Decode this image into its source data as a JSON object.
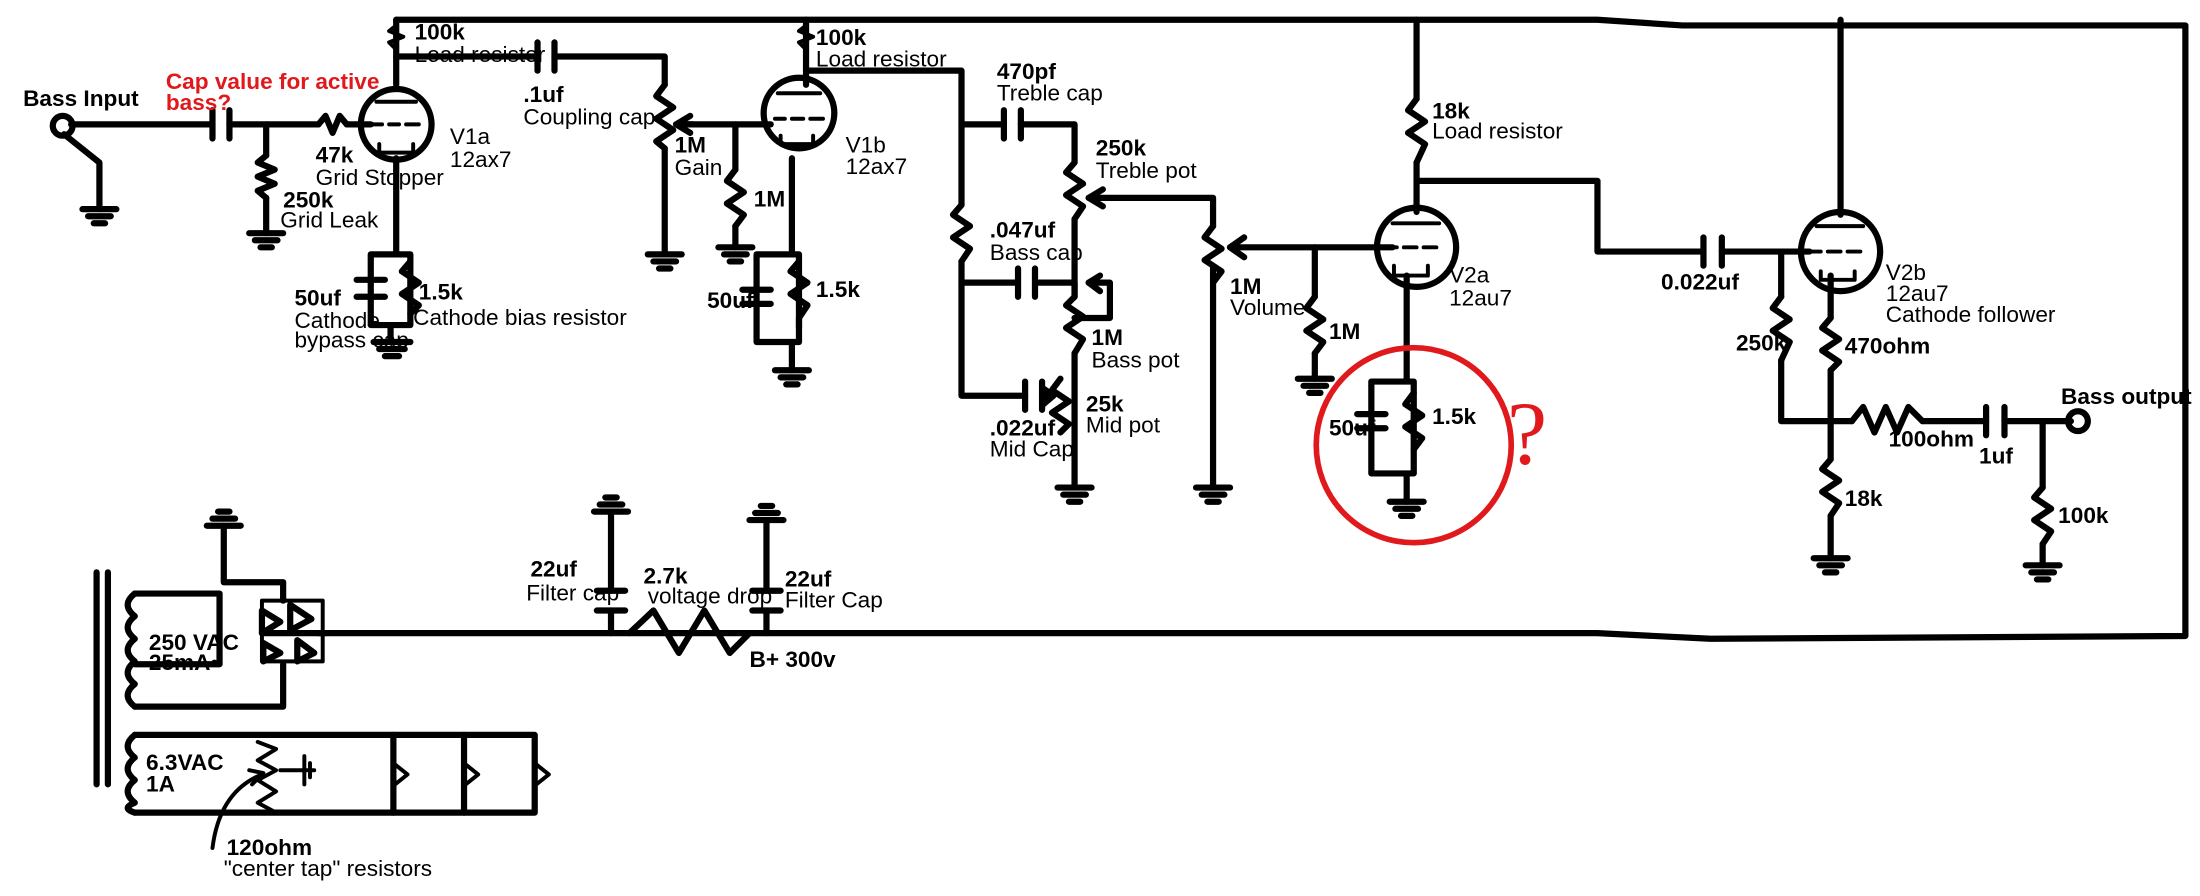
{
  "colors": {
    "wire": "#000000",
    "annotation": "#e0191c",
    "background": "#ffffff"
  },
  "labels": {
    "bass_input": "Bass Input",
    "cap_question_1": "Cap value for active",
    "cap_question_2": "bass?",
    "r1_value": "100k",
    "r1_name": "Load resistor",
    "r47k_value": "47k",
    "r47k_name": "Grid Stopper",
    "r250k_value": "250k",
    "r250k_name": "Grid Leak",
    "v1a_name": "V1a",
    "v1a_type": "12ax7",
    "c1_value": ".1uf",
    "c1_name": "Coupling cap",
    "c50_1_value": "50uf",
    "c50_1_name_1": "Cathode",
    "c50_1_name_2": "bypass cap",
    "rk1_value": "1.5k",
    "rk1_name": "Cathode bias resistor",
    "gain_value": "1M",
    "gain_name": "Gain",
    "r1m_grid_value": "1M",
    "r100k_2_value": "100k",
    "r100k_2_name": "Load resistor",
    "v1b_name": "V1b",
    "v1b_type": "12ax7",
    "c50_2_value": "50uf",
    "rk2_value": "1.5k",
    "c470_value": "470pf",
    "c470_name": "Treble cap",
    "treble_value": "250k",
    "treble_name": "Treble pot",
    "c047_value": ".047uf",
    "c047_name": "Bass cap",
    "bass_value": "1M",
    "bass_name": "Bass pot",
    "mid_value": "25k",
    "mid_name": "Mid pot",
    "c022_value": ".022uf",
    "c022_name": "Mid Cap",
    "volume_value": "1M",
    "volume_name": "Volume",
    "r18k_value": "18k",
    "r18k_name": "Load resistor",
    "v2a_name": "V2a",
    "v2a_type": "12au7",
    "r1m_v2_value": "1M",
    "c50_3_value": "50uf",
    "rk3_value": "1.5k",
    "c0022_value": "0.022uf",
    "r250k_2_value": "250k",
    "v2b_name": "V2b",
    "v2b_type": "12au7",
    "v2b_role": "Cathode follower",
    "r470_value": "470ohm",
    "r18k_2_value": "18k",
    "r100ohm_value": "100ohm",
    "c1uf_value": "1uf",
    "bass_output": "Bass output",
    "r100k_out_value": "100k",
    "filt1_value": "22uf",
    "filt1_name": "Filter cap",
    "drop_value": "2.7k",
    "drop_name": "voltage drop",
    "filt2_value": "22uf",
    "filt2_name": "Filter Cap",
    "bplus": "B+ 300v",
    "hv_1": "250 VAC",
    "hv_2": "25mA•",
    "lv_1": "6.3VAC",
    "lv_2": "1A",
    "ct_1": "120ohm",
    "ct_2": "\"center tap\" resistors",
    "question_mark": "?"
  }
}
